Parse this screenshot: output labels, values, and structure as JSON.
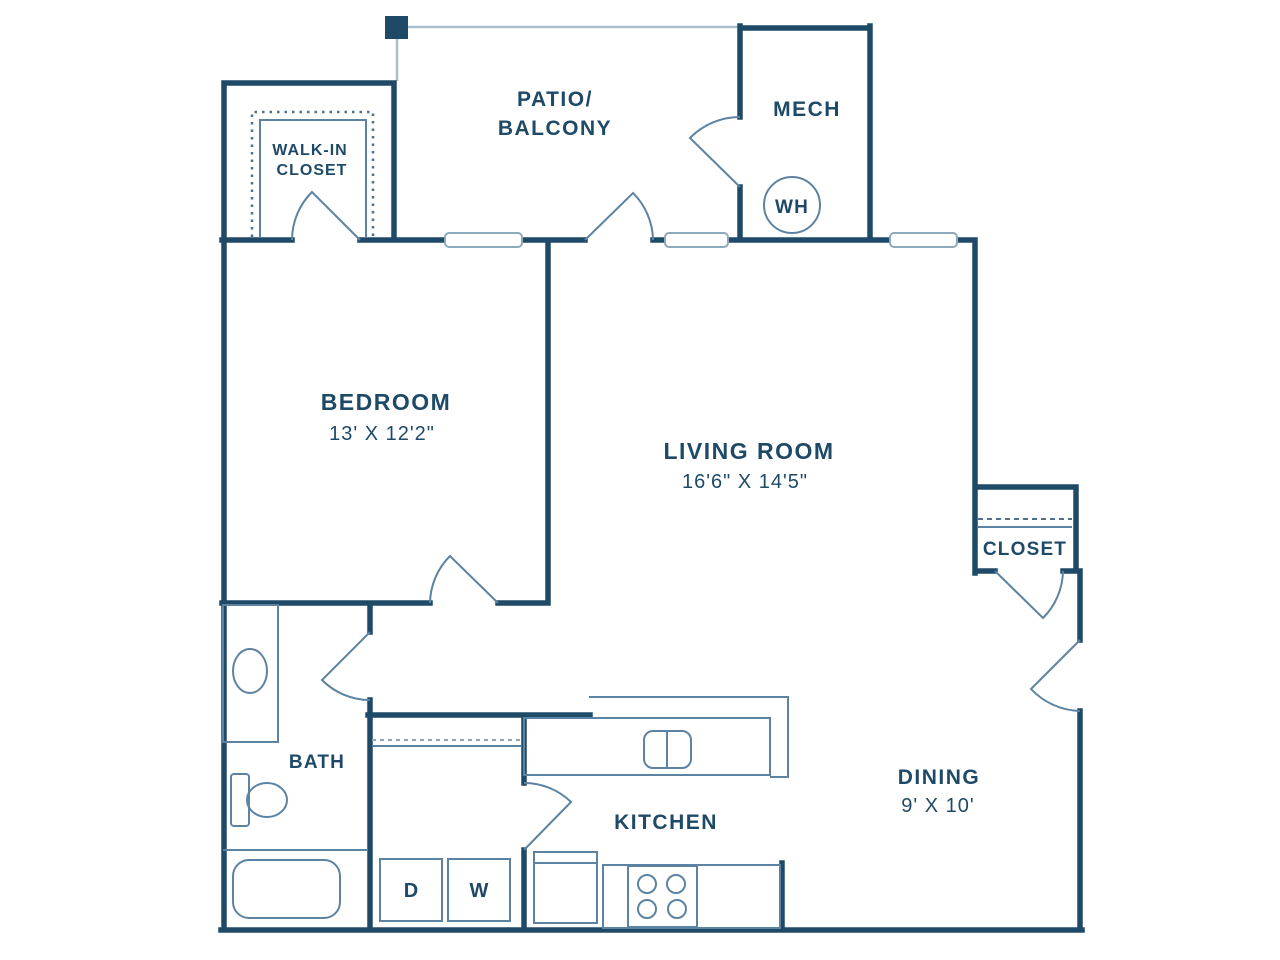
{
  "plan": {
    "rooms": {
      "walk_in_closet": {
        "name_line1": "WALK-IN",
        "name_line2": "CLOSET"
      },
      "patio_balcony": {
        "name_line1": "PATIO/",
        "name_line2": "BALCONY"
      },
      "mech": {
        "name": "MECH"
      },
      "water_heater": {
        "label": "WH"
      },
      "bedroom": {
        "name": "BEDROOM",
        "dimensions": "13' X 12'2\""
      },
      "living_room": {
        "name": "LIVING ROOM",
        "dimensions": "16'6\" X 14'5\""
      },
      "closet": {
        "name": "CLOSET"
      },
      "bath": {
        "name": "BATH"
      },
      "kitchen": {
        "name": "KITCHEN"
      },
      "dining": {
        "name": "DINING",
        "dimensions": "9' X 10'"
      }
    },
    "appliances": {
      "dryer": {
        "label": "D"
      },
      "washer": {
        "label": "W"
      }
    },
    "colors": {
      "wall": "#1e4a68",
      "fixture_line": "#5d83a2",
      "railing_line": "#a9bfce",
      "text": "#1e4a68",
      "background": "#ffffff"
    }
  }
}
